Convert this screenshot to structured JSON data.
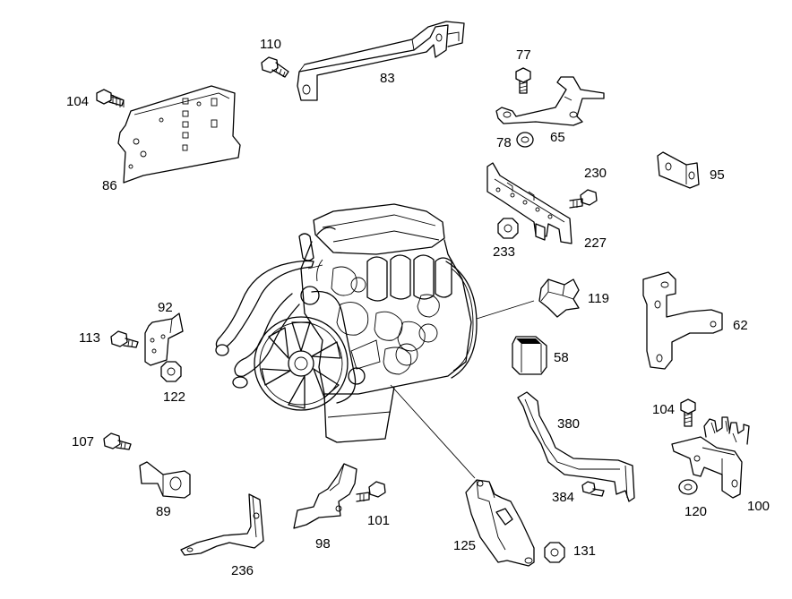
{
  "callouts": {
    "p104a": "104",
    "p110": "110",
    "p83": "83",
    "p77": "77",
    "p86": "86",
    "p78": "78",
    "p65": "65",
    "p230": "230",
    "p95": "95",
    "p233": "233",
    "p227": "227",
    "p119": "119",
    "p92": "92",
    "p62": "62",
    "p113": "113",
    "p58": "58",
    "p122": "122",
    "p380": "380",
    "p104b": "104",
    "p107": "107",
    "p384": "384",
    "p100": "100",
    "p89": "89",
    "p120": "120",
    "p101": "101",
    "p98": "98",
    "p125": "125",
    "p131": "131",
    "p236": "236"
  }
}
